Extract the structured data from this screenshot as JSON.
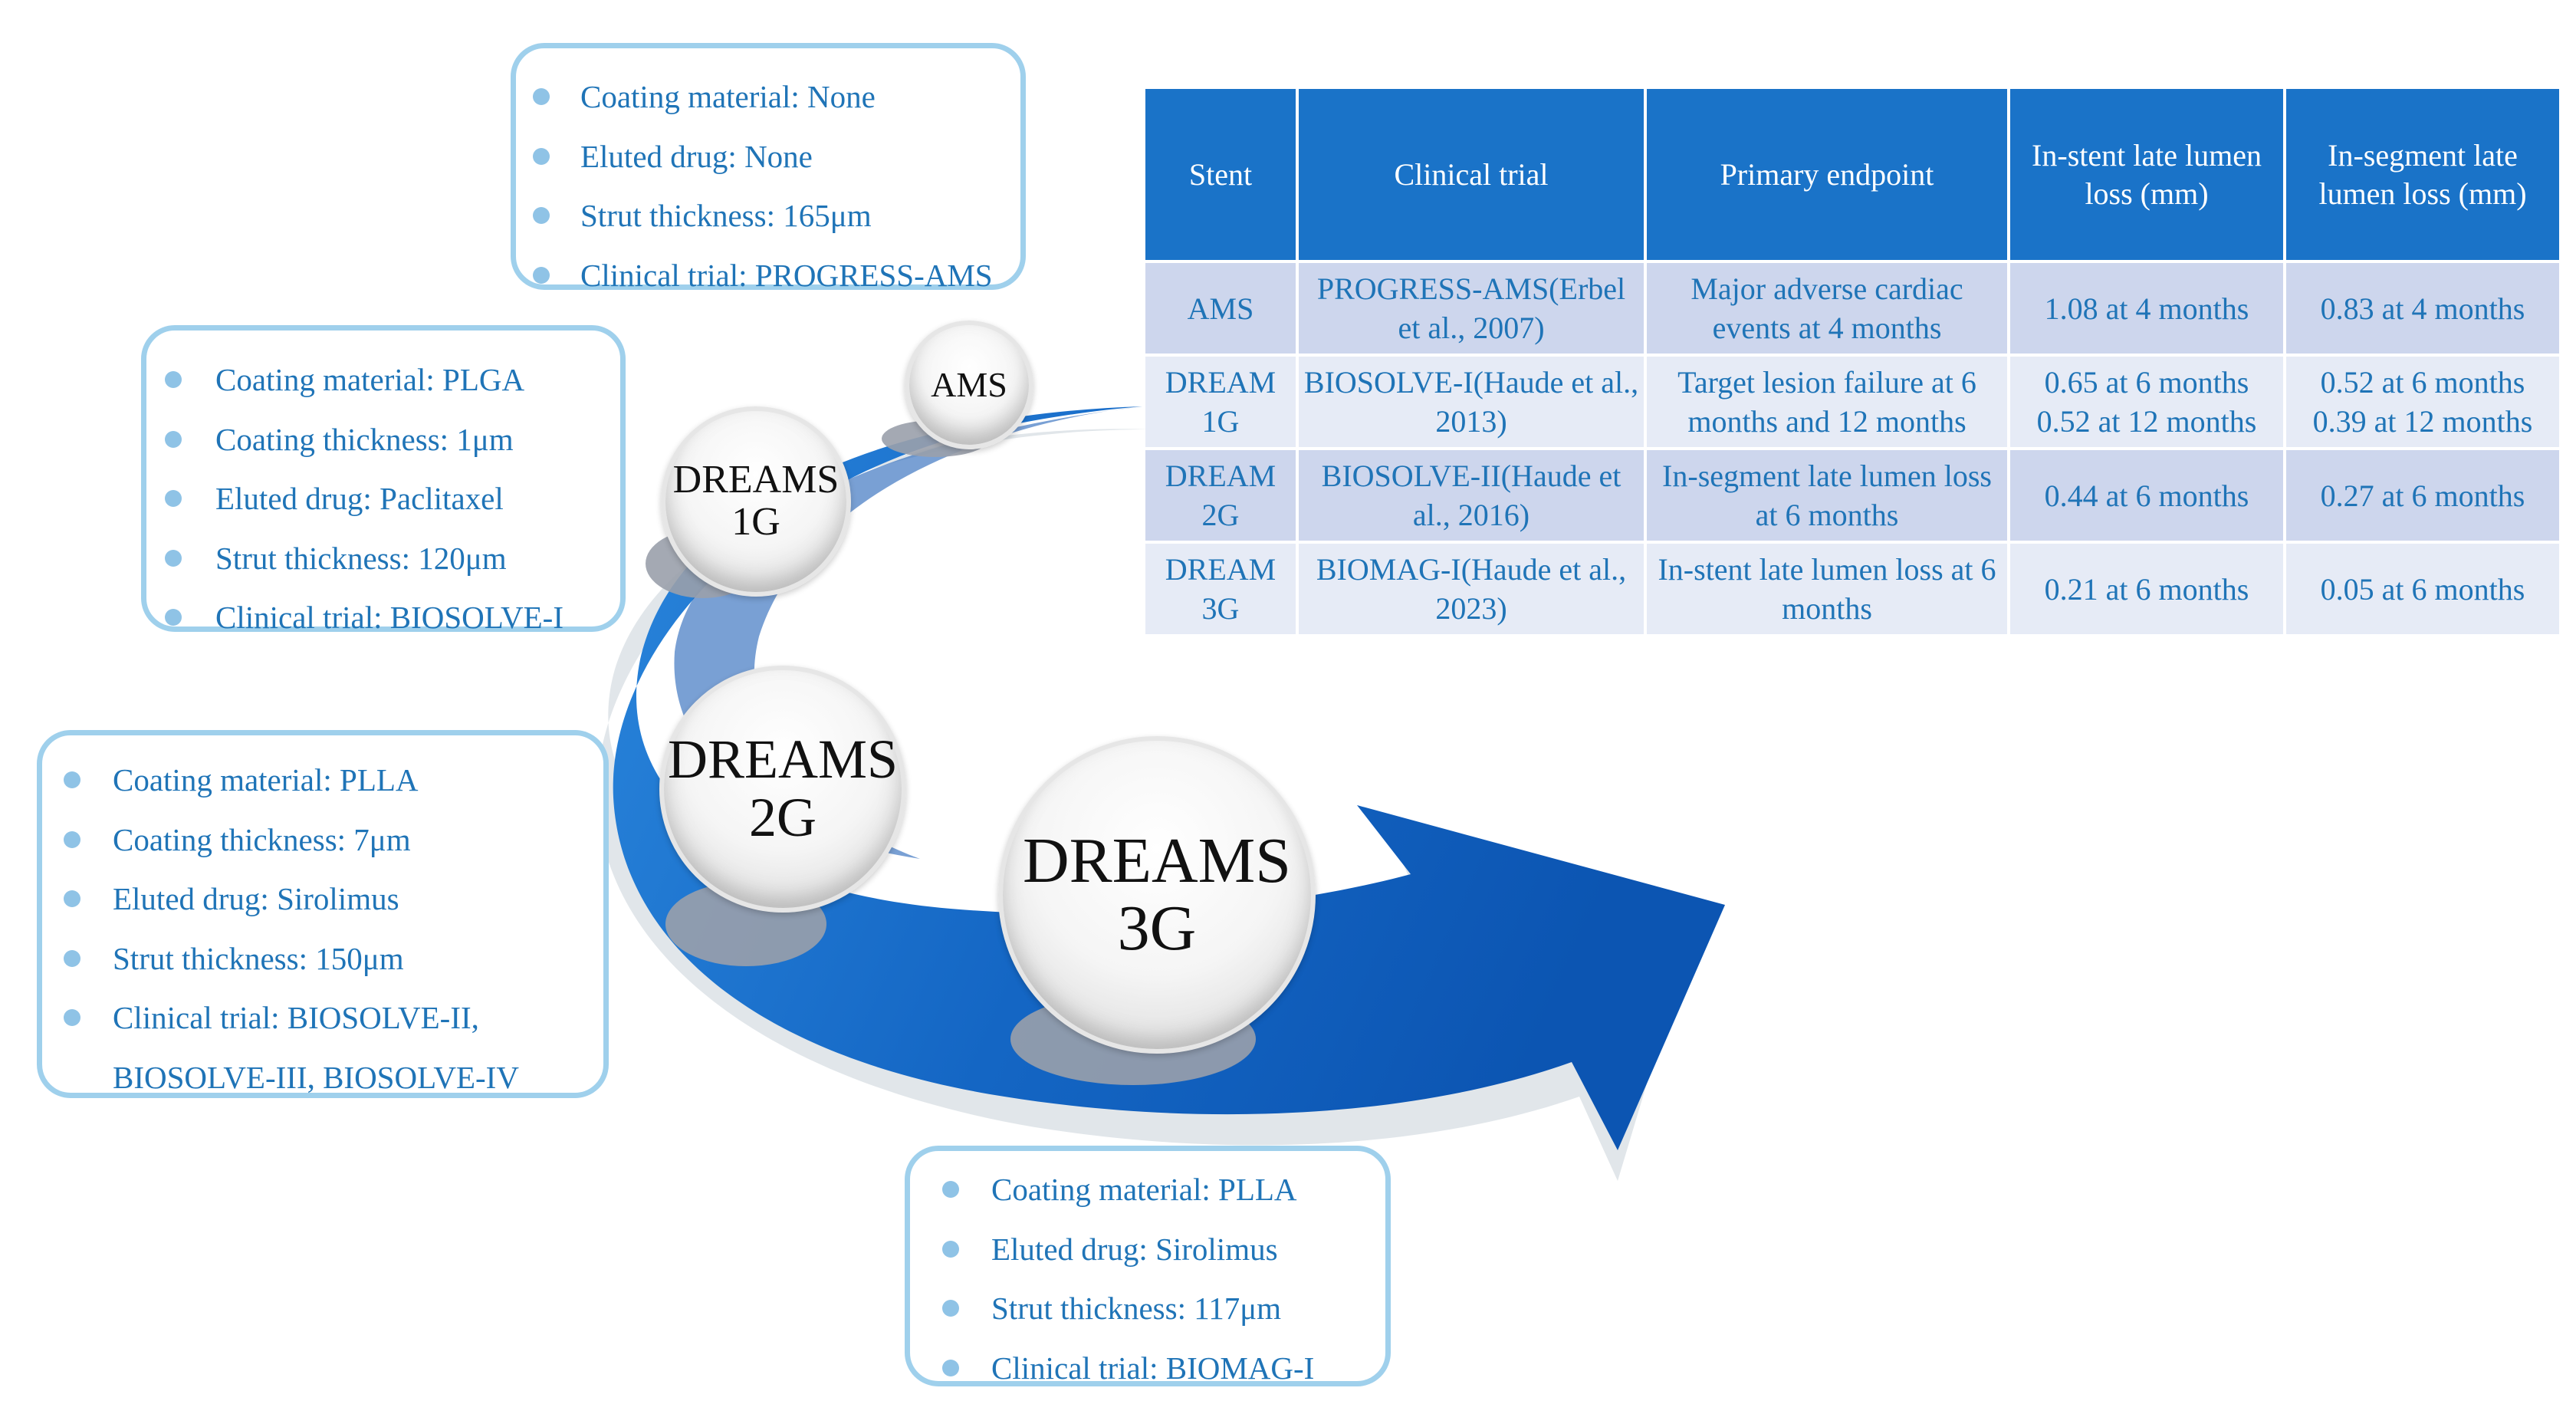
{
  "stages": [
    {
      "id": "ams",
      "lines": [
        "AMS"
      ]
    },
    {
      "id": "dreams1g",
      "lines": [
        "DREAMS",
        "1G"
      ]
    },
    {
      "id": "dreams2g",
      "lines": [
        "DREAMS",
        "2G"
      ]
    },
    {
      "id": "dreams3g",
      "lines": [
        "DREAMS",
        "3G"
      ]
    }
  ],
  "boxes": {
    "ams": [
      "Coating material: None",
      "Eluted drug: None",
      "Strut thickness: 165μm",
      "Clinical trial: PROGRESS-AMS"
    ],
    "dreams1g": [
      "Coating material: PLGA",
      "Coating thickness: 1μm",
      "Eluted drug:  Paclitaxel",
      "Strut thickness: 120μm",
      "Clinical trial:  BIOSOLVE-I"
    ],
    "dreams2g": [
      "Coating material: PLLA",
      "Coating thickness: 7μm",
      "Eluted drug:  Sirolimus",
      "Strut thickness: 150μm",
      "Clinical trial:  BIOSOLVE-II,",
      "BIOSOLVE-III, BIOSOLVE-IV"
    ],
    "dreams3g": [
      "Coating material: PLLA",
      "Eluted drug:  Sirolimus",
      "Strut thickness: 117μm",
      "Clinical trial:  BIOMAG-I"
    ]
  },
  "table": {
    "headers": [
      "Stent",
      "Clinical trial",
      "Primary endpoint",
      "In-stent late lumen loss (mm)",
      "In-segment late lumen loss (mm)"
    ],
    "rows": [
      [
        "AMS",
        "PROGRESS-AMS(Erbel et al., 2007)",
        "Major adverse cardiac events at 4 months",
        "1.08 at 4 months",
        "0.83 at 4 months"
      ],
      [
        "DREAM 1G",
        "BIOSOLVE-I(Haude et al., 2013)",
        "Target lesion failure at 6 months and 12 months",
        "0.65 at 6 months\n0.52 at 12 months",
        "0.52 at 6 months\n0.39 at 12 months"
      ],
      [
        "DREAM 2G",
        "BIOSOLVE-II(Haude et al., 2016)",
        "In-segment late lumen loss at 6 months",
        "0.44 at 6 months",
        "0.27 at 6 months"
      ],
      [
        "DREAM 3G",
        "BIOMAG-I(Haude et al., 2023)",
        "In-stent late lumen loss at 6 months",
        "0.21 at 6 months",
        "0.05 at 6 months"
      ]
    ]
  },
  "colors": {
    "arrow_light": "#2a86dc",
    "arrow_dark": "#0b52b0",
    "box_border": "#9fd0ec",
    "text_blue": "#1f74b7",
    "header_bg": "#1a73c8"
  }
}
